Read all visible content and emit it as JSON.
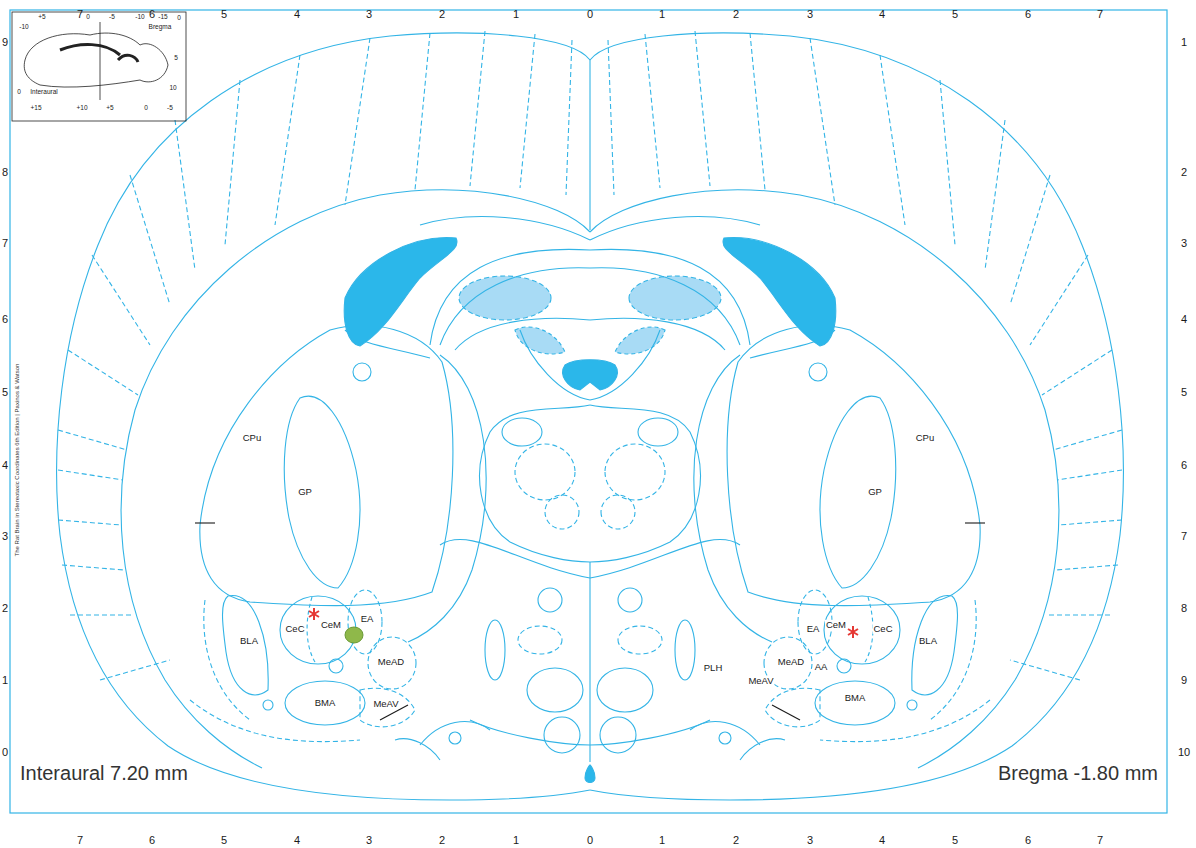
{
  "diagram": {
    "labels": [
      "7",
      "6",
      "5",
      "4",
      "3",
      "2",
      "1",
      "0",
      "1",
      "2",
      "3",
      "4",
      "5",
      "6",
      "7",
      "7",
      "6",
      "5",
      "4",
      "3",
      "2",
      "1",
      "0",
      "1",
      "2",
      "3",
      "4",
      "5",
      "6",
      "7",
      "1",
      "2",
      "3",
      "4",
      "5",
      "6",
      "7",
      "8",
      "9",
      "10",
      "9",
      "8",
      "7",
      "6",
      "5",
      "4",
      "3",
      "2",
      "1",
      "0",
      "+5",
      "0",
      "-5",
      "-10",
      "-15",
      "Bregma",
      "-10",
      "0",
      "5",
      "10",
      "0",
      "Interaural",
      "+15",
      "+10",
      "+5",
      "0",
      "-5",
      "The Rat Brain in Stereotaxic Coordinates 6th Edition | Paxinos & Watson",
      "Interaural 7.20 mm",
      "Bregma -1.80 mm",
      "CPu",
      "GP",
      "BLA",
      "CeC",
      "CeM",
      "EA",
      "MeAD",
      "BMA",
      "MeAV",
      "PLH",
      "EA",
      "CeM",
      "CeC",
      "MeAD",
      "AA",
      "MeAV",
      "BMA",
      "BLA",
      "GP",
      "CPu"
    ]
  }
}
